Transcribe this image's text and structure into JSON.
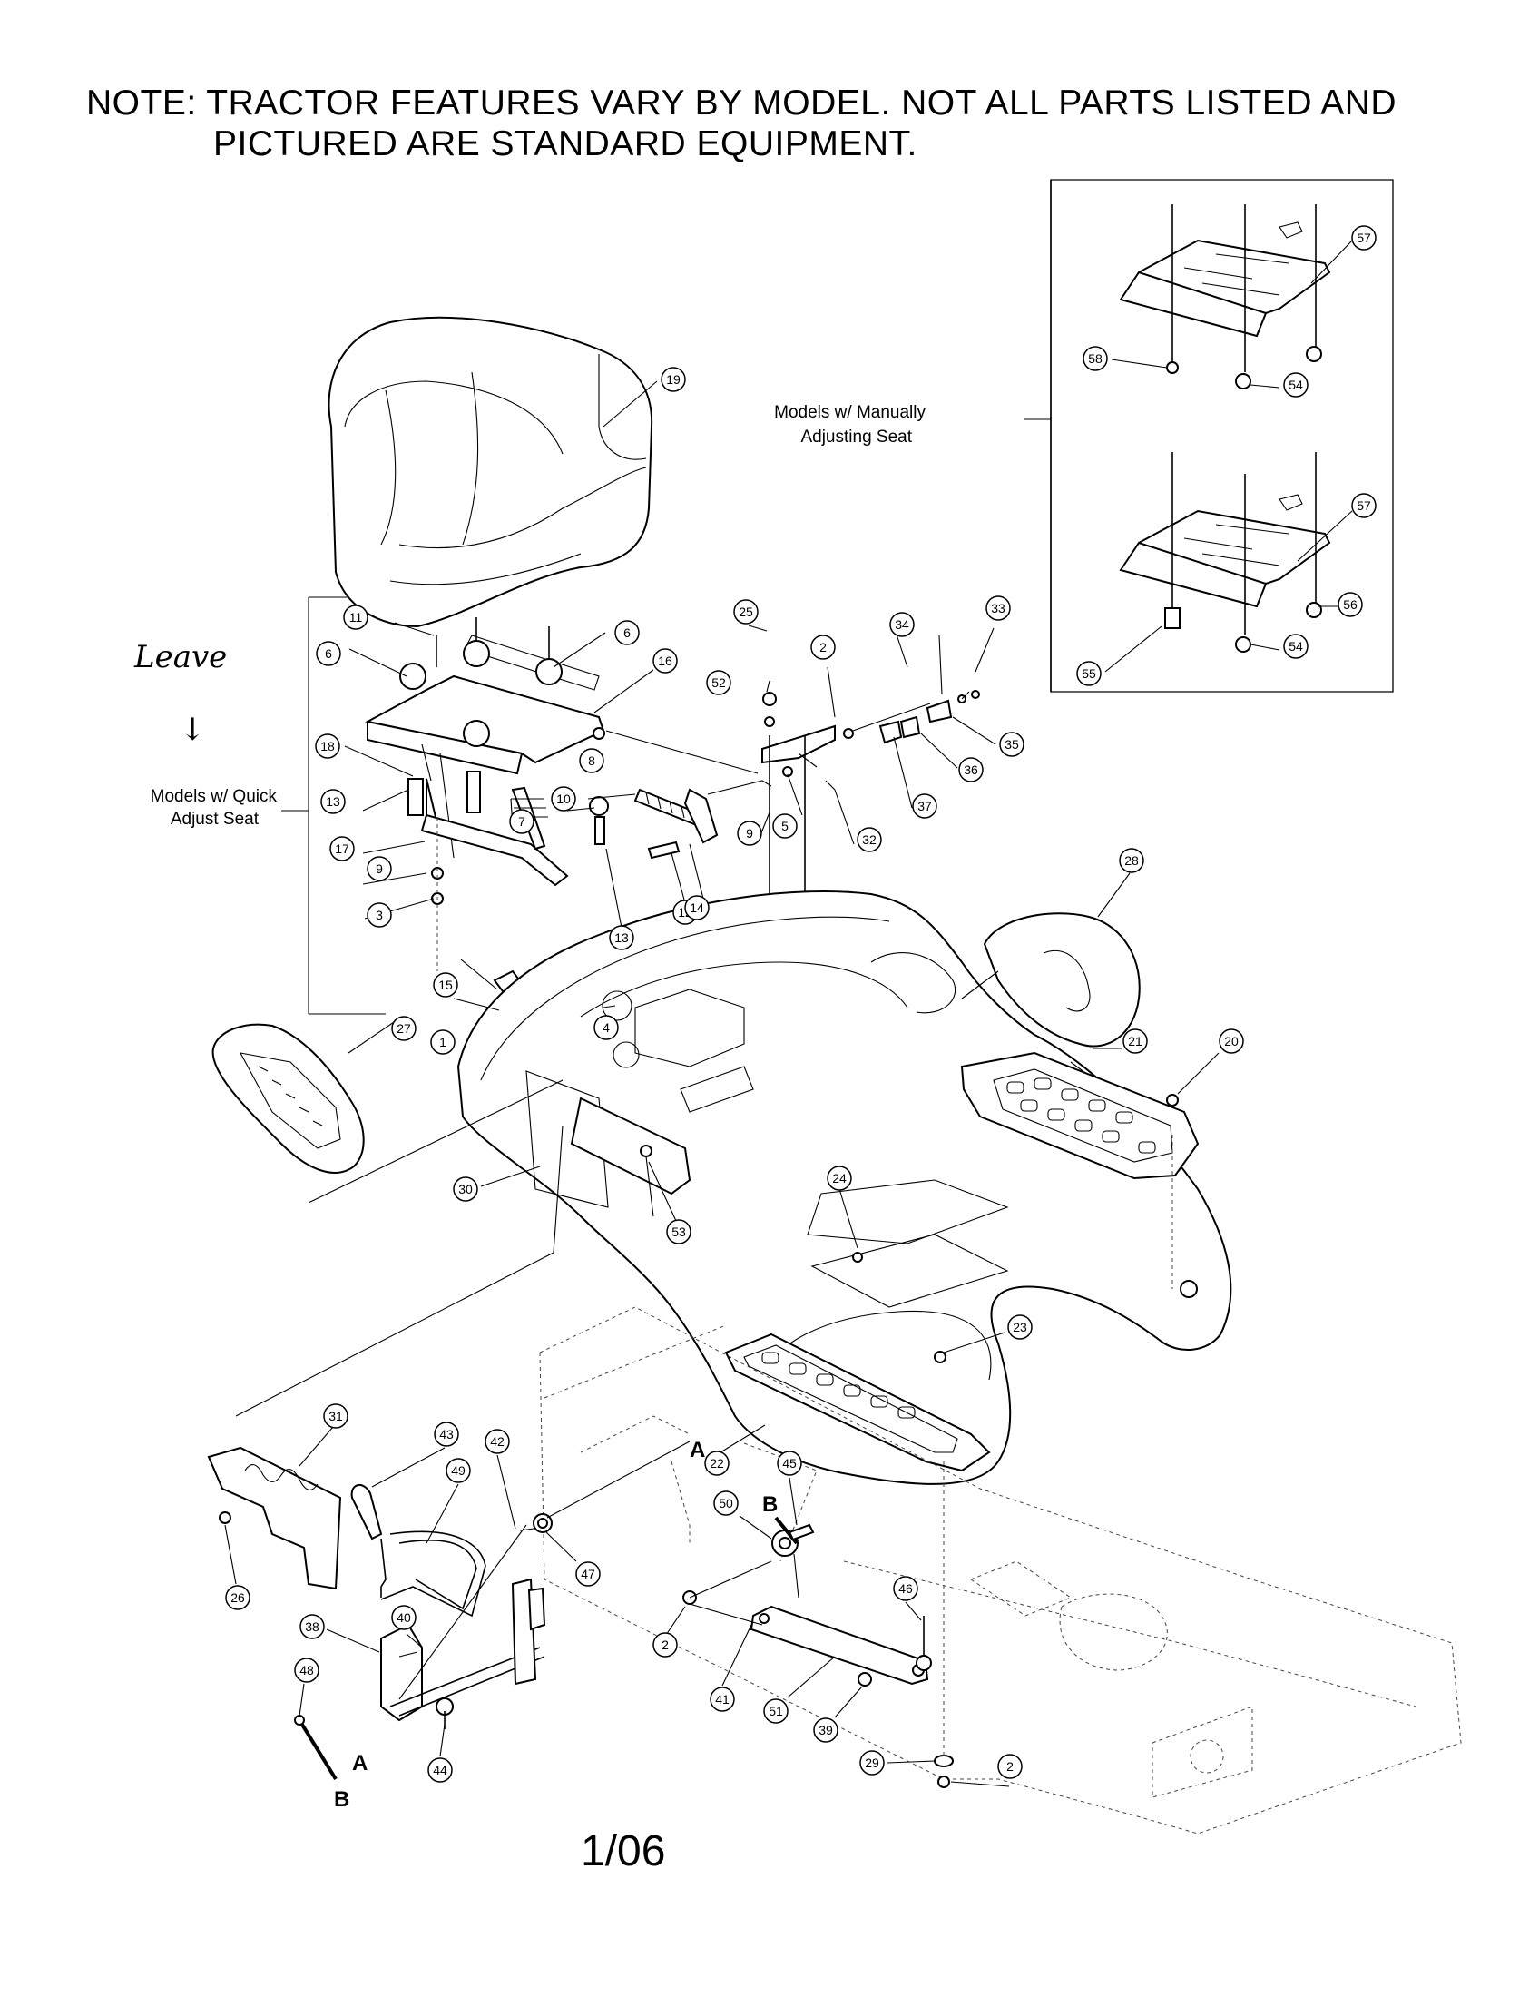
{
  "note": {
    "line1": "NOTE: TRACTOR FEATURES VARY BY MODEL. NOT ALL PARTS LISTED AND",
    "line2": "PICTURED ARE STANDARD EQUIPMENT."
  },
  "labels": {
    "manual_seat_1": "Models w/ Manually",
    "manual_seat_2": "Adjusting Seat",
    "quick_seat_1": "Models w/ Quick",
    "quick_seat_2": "Adjust Seat"
  },
  "handwritten": {
    "word": "Leave",
    "arrow": "↓"
  },
  "letters": {
    "a1": "A",
    "a2": "A",
    "b1": "B",
    "b2": "B"
  },
  "callouts": {
    "c1": "1",
    "c2a": "2",
    "c2b": "2",
    "c2c": "2",
    "c3": "3",
    "c4": "4",
    "c5": "5",
    "c6a": "6",
    "c6b": "6",
    "c7": "7",
    "c8": "8",
    "c9a": "9",
    "c9b": "9",
    "c10": "10",
    "c11": "11",
    "c12": "12",
    "c13a": "13",
    "c13b": "13",
    "c14": "14",
    "c15": "15",
    "c16": "16",
    "c17": "17",
    "c18": "18",
    "c19": "19",
    "c20": "20",
    "c21": "21",
    "c22": "22",
    "c23": "23",
    "c24": "24",
    "c25": "25",
    "c26": "26",
    "c27": "27",
    "c28": "28",
    "c29": "29",
    "c30": "30",
    "c31": "31",
    "c32": "32",
    "c33": "33",
    "c34": "34",
    "c35": "35",
    "c36": "36",
    "c37": "37",
    "c38": "38",
    "c39": "39",
    "c40": "40",
    "c41": "41",
    "c42": "42",
    "c43": "43",
    "c44": "44",
    "c45": "45",
    "c46": "46",
    "c47": "47",
    "c48": "48",
    "c49": "49",
    "c50": "50",
    "c51": "51",
    "c52": "52",
    "c53": "53",
    "c54a": "54",
    "c54b": "54",
    "c55": "55",
    "c56": "56",
    "c57a": "57",
    "c57b": "57",
    "c58": "58"
  },
  "footer": {
    "page": "1/06"
  }
}
